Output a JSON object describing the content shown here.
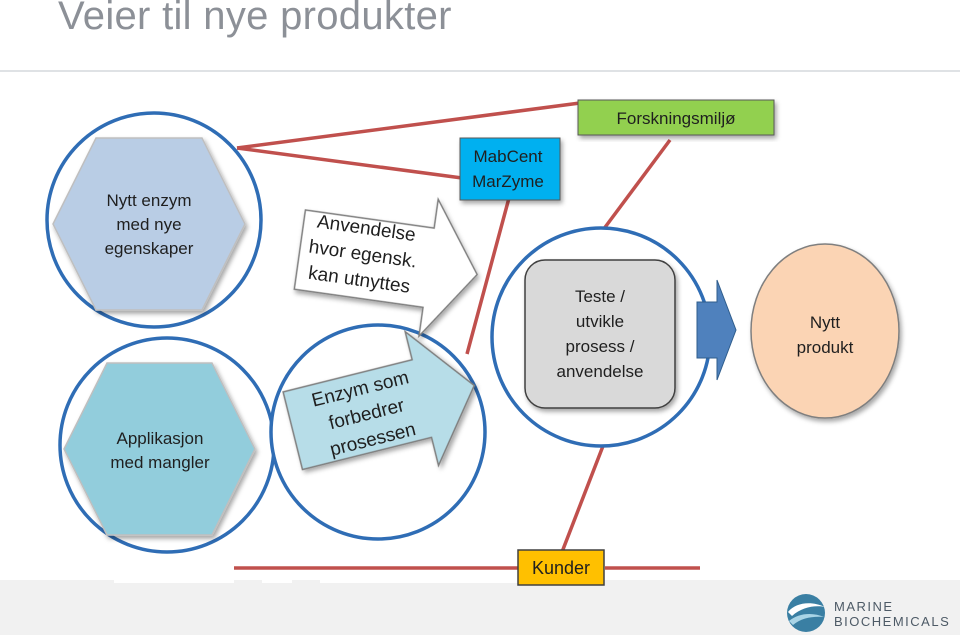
{
  "slide": {
    "title": "Veier til nye produkter"
  },
  "diagram": {
    "hex_top": [
      "Nytt enzym",
      "med nye",
      "egenskaper"
    ],
    "hex_bottom": [
      "Applikasjon",
      "med mangler"
    ],
    "arrow_top": [
      "Anvendelse",
      "hvor egensk.",
      "kan utnyttes"
    ],
    "arrow_bottom": [
      "Enzym som",
      "forbedrer",
      "prosessen"
    ],
    "box_mabcent": [
      "MabCent",
      "MarZyme"
    ],
    "box_forskning": "Forskningsmiljø",
    "box_test": [
      "Teste /",
      "utvikle",
      "prosess /",
      "anvendelse"
    ],
    "circle_product": [
      "Nytt",
      "produkt"
    ],
    "box_kunder": "Kunder"
  },
  "logo": {
    "line1": "MARINE",
    "line2": "BIOCHEMICALS"
  },
  "colors": {
    "circle_stroke": "#2f6db5",
    "connector": "#c0504d",
    "hex_top_fill": "#b9cde5",
    "hex_bottom_fill": "#92cddc",
    "arrow_top_fill": "#ffffff",
    "arrow_bottom_fill": "#b7dde8",
    "mabcent_fill": "#00b0f0",
    "forskning_fill": "#92d050",
    "test_fill": "#d9d9d9",
    "product_fill": "#fbd4b4",
    "kunder_fill": "#ffc000",
    "small_arrow_fill": "#4f81bd"
  }
}
